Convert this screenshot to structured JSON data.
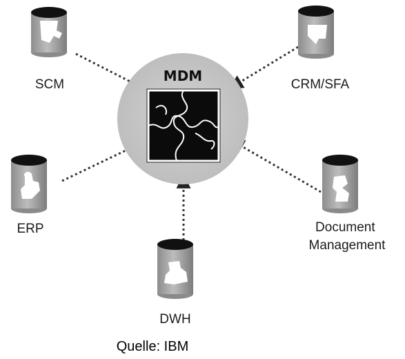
{
  "hub": {
    "title": "MDM",
    "icon": "puzzle-icon"
  },
  "systems": [
    {
      "id": "scm",
      "label": "SCM",
      "icon": "puzzle-piece-icon"
    },
    {
      "id": "crm",
      "label": "CRM/SFA",
      "icon": "puzzle-piece-icon"
    },
    {
      "id": "erp",
      "label": "ERP",
      "icon": "puzzle-piece-icon"
    },
    {
      "id": "doc",
      "label_lines": [
        "Document",
        "Management"
      ],
      "icon": "puzzle-piece-icon"
    },
    {
      "id": "dwh",
      "label": "DWH",
      "icon": "puzzle-piece-icon"
    }
  ],
  "source": "Quelle: IBM",
  "colors": {
    "hub_fill": "#c8c8c8",
    "cylinder_body": "#a9a9a9",
    "cylinder_top": "#111111",
    "arrow": "#333333"
  }
}
